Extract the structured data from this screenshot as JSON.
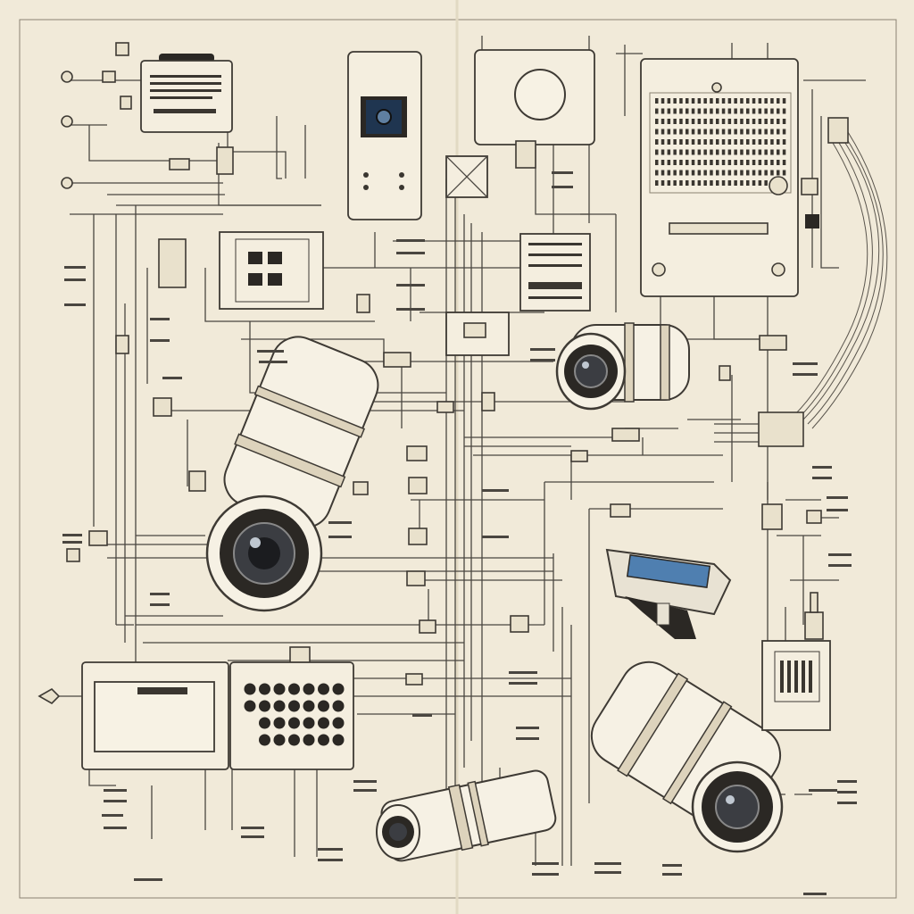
{
  "sheet": {
    "paper_color": "#f1ead9",
    "ink_color": "#3e3a34",
    "accent_blue": "#4f7fb0"
  },
  "components": [
    {
      "id": "control-unit-top-left",
      "icon": "control-box-icon"
    },
    {
      "id": "intercom-panel",
      "icon": "intercom-icon"
    },
    {
      "id": "round-display-unit",
      "icon": "monitor-icon"
    },
    {
      "id": "main-control-panel",
      "icon": "control-panel-icon"
    },
    {
      "id": "relay-junction-block",
      "icon": "relay-icon"
    },
    {
      "id": "terminal-strip",
      "icon": "terminal-strip-icon"
    },
    {
      "id": "bullet-camera-large",
      "icon": "bullet-camera-icon"
    },
    {
      "id": "bullet-camera-upper-right",
      "icon": "bullet-camera-icon"
    },
    {
      "id": "bullet-camera-lower-right",
      "icon": "bullet-camera-icon"
    },
    {
      "id": "bullet-camera-bottom",
      "icon": "bullet-camera-icon"
    },
    {
      "id": "dome-camera-blue",
      "icon": "dome-camera-icon"
    },
    {
      "id": "dvr-recorder",
      "icon": "recorder-icon"
    },
    {
      "id": "keypad-controller",
      "icon": "keypad-icon"
    },
    {
      "id": "power-supply-unit",
      "icon": "power-supply-icon"
    },
    {
      "id": "cable-harness",
      "icon": "cable-icon"
    }
  ]
}
